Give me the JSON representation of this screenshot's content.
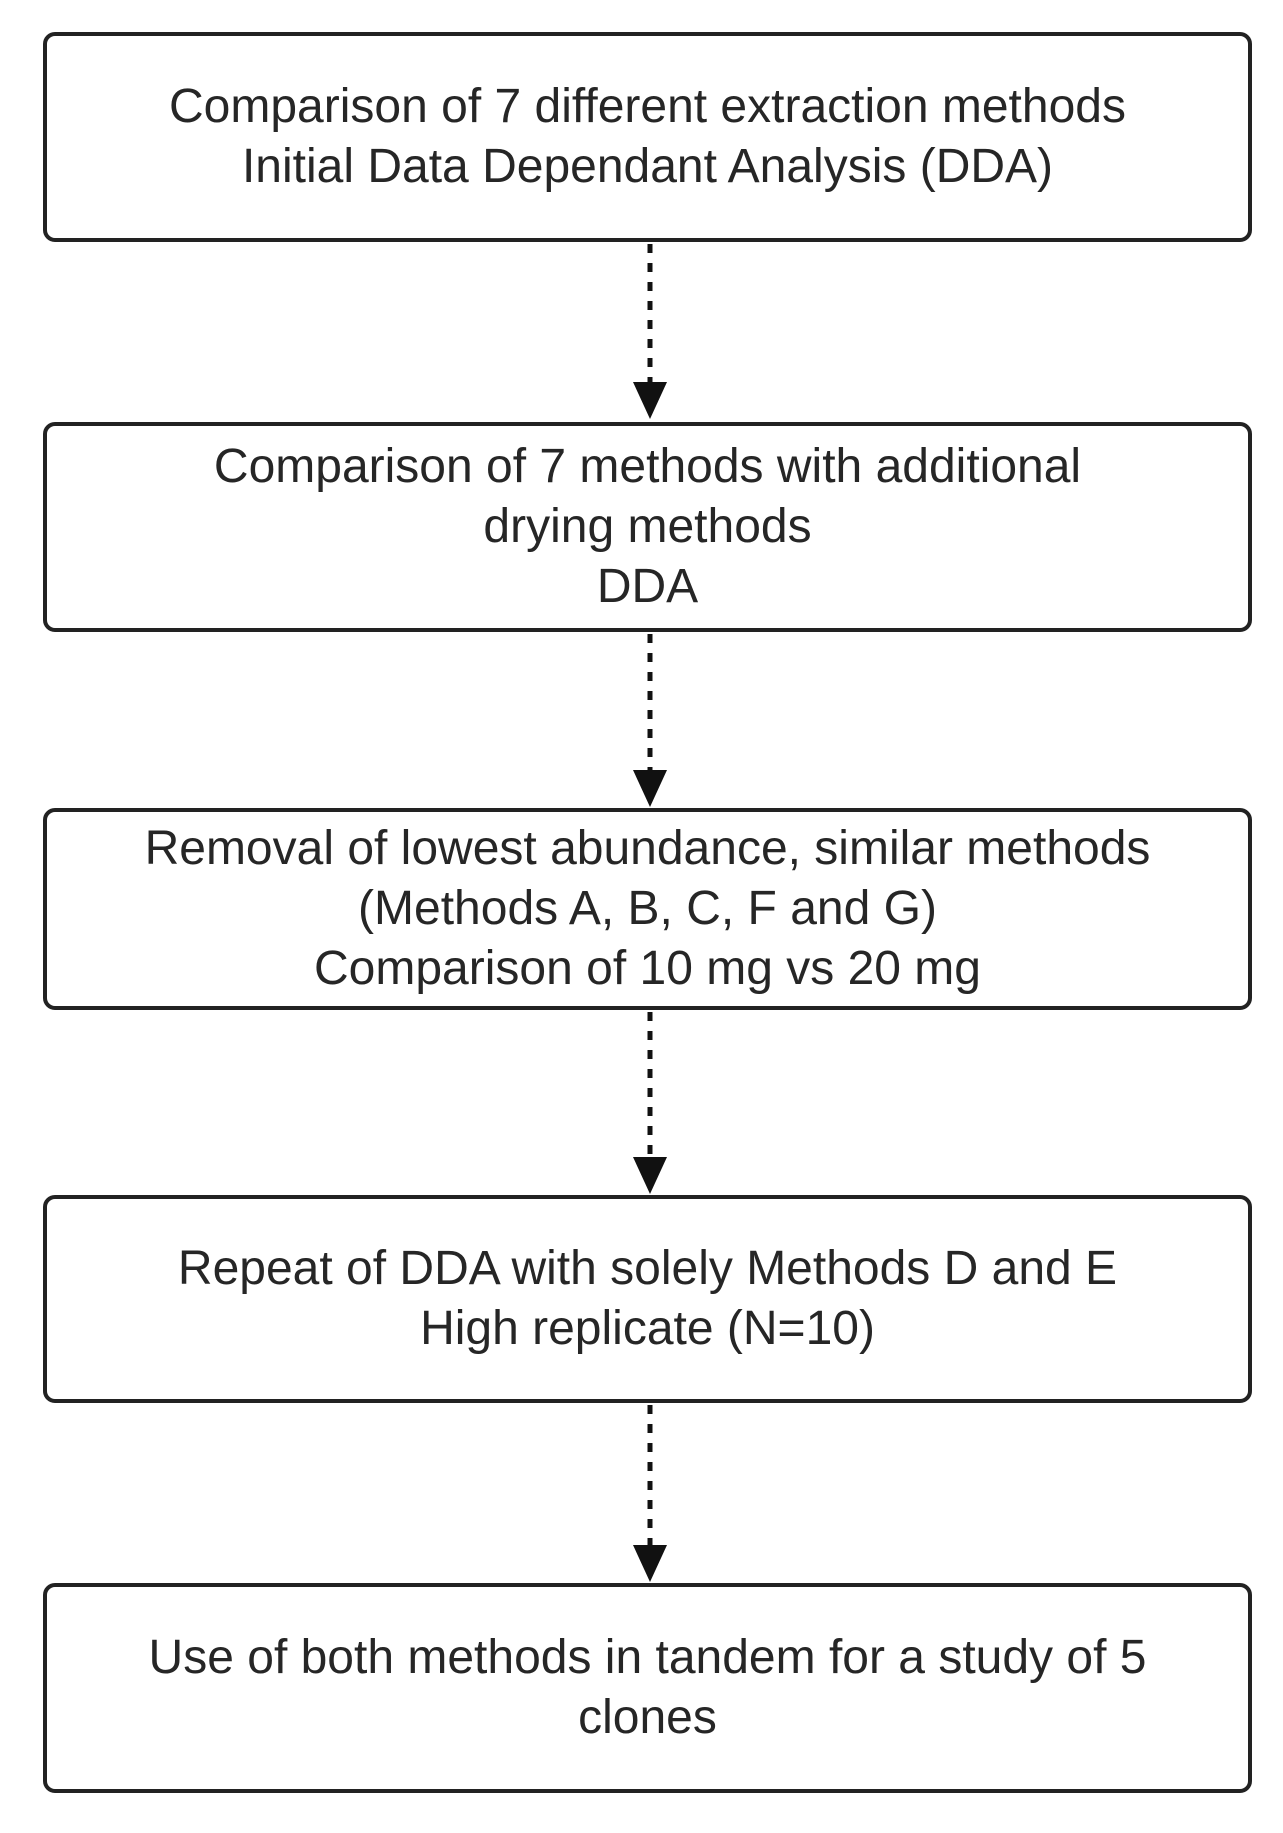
{
  "flowchart": {
    "type": "vertical-flowchart",
    "steps": [
      {
        "lines": [
          "Comparison of 7 different extraction methods",
          "Initial Data Dependant Analysis (DDA)"
        ]
      },
      {
        "lines": [
          "Comparison of 7 methods with additional",
          "drying methods",
          "DDA"
        ]
      },
      {
        "lines": [
          "Removal of lowest abundance, similar methods",
          "(Methods A, B, C, F and G)",
          "Comparison of 10 mg vs 20 mg"
        ]
      },
      {
        "lines": [
          "Repeat of DDA with solely Methods D and E",
          "High replicate (N=10)"
        ]
      },
      {
        "lines": [
          "Use of both methods in tandem for a study of 5",
          "clones"
        ]
      }
    ],
    "connectors": [
      {
        "from": 1,
        "to": 2,
        "style": "dashed",
        "direction": "down"
      },
      {
        "from": 2,
        "to": 3,
        "style": "dashed",
        "direction": "down"
      },
      {
        "from": 3,
        "to": 4,
        "style": "dashed",
        "direction": "down"
      },
      {
        "from": 4,
        "to": 5,
        "style": "dashed",
        "direction": "down"
      }
    ],
    "colors": {
      "background": "#ffffff",
      "box_border": "#222222",
      "text": "#262626",
      "arrow": "#111111"
    }
  }
}
